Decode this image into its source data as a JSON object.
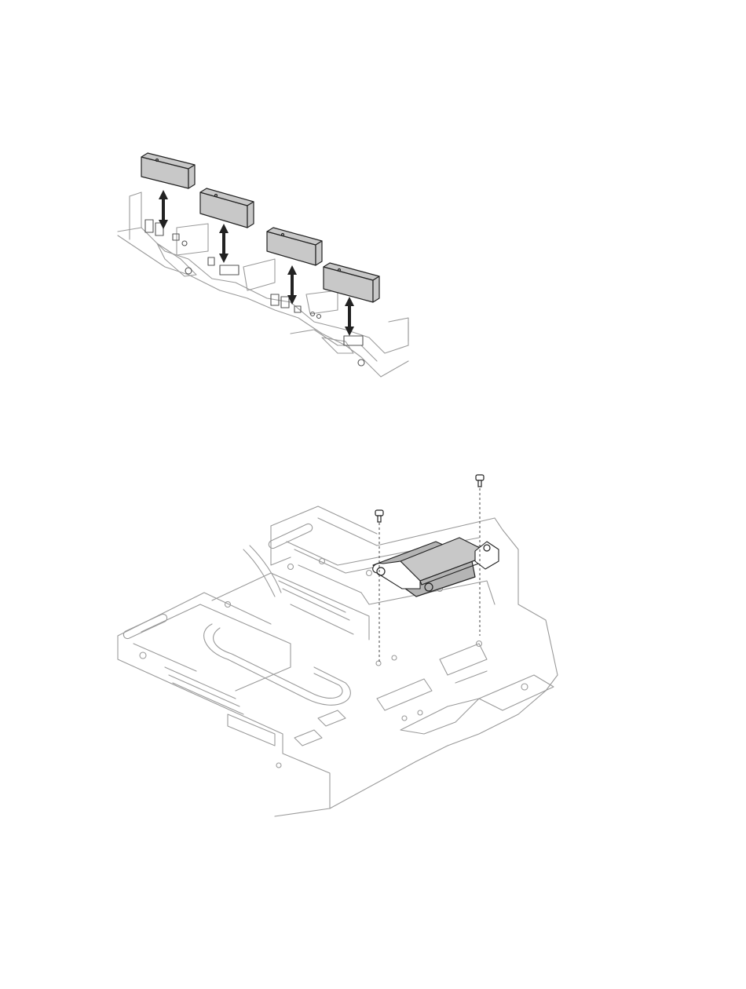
{
  "document": {
    "figures": [
      {
        "id": "filler-removal",
        "description_icon": "four-rear-io-filler-covers-with-vertical-arrows",
        "filler_count": 4
      },
      {
        "id": "bracket-installation",
        "description_icon": "bracket-with-two-screws-on-tray",
        "screw_count": 2
      }
    ]
  },
  "colors": {
    "part_fill": "#c8c8c8",
    "line_light": "#9a9a9a",
    "line_dark": "#222222",
    "background": "#ffffff"
  }
}
